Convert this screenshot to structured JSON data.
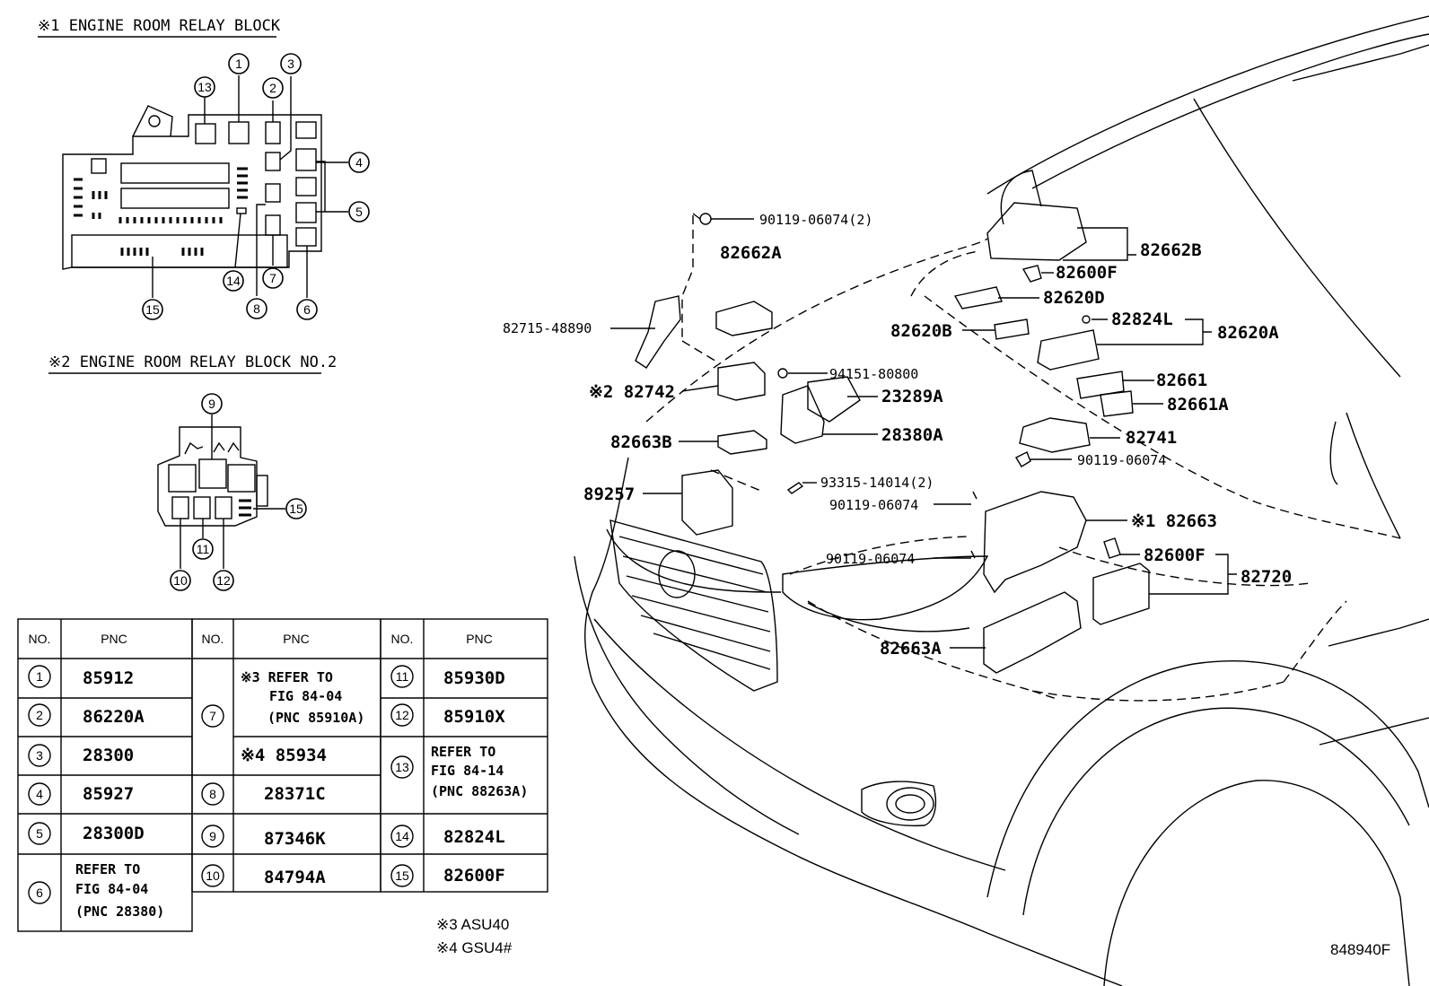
{
  "titles": {
    "block1": "※1 ENGINE ROOM RELAY BLOCK",
    "block2": "※2 ENGINE ROOM RELAY BLOCK NO.2"
  },
  "table": {
    "headers": {
      "no": "NO.",
      "pnc": "PNC"
    },
    "col1": [
      {
        "no": "1",
        "pnc": "85912"
      },
      {
        "no": "2",
        "pnc": "86220A"
      },
      {
        "no": "3",
        "pnc": "28300"
      },
      {
        "no": "4",
        "pnc": "85927"
      },
      {
        "no": "5",
        "pnc": "28300D"
      },
      {
        "no": "6",
        "pnc_lines": [
          "REFER TO",
          "FIG 84-04",
          "(PNC 28380)"
        ]
      }
    ],
    "col2": [
      {
        "no": "7",
        "a_lines": [
          "※3 REFER TO",
          "FIG 84-04",
          "(PNC 85910A)"
        ],
        "b": "※4 85934"
      },
      {
        "no": "8",
        "pnc": "28371C"
      },
      {
        "no": "9",
        "pnc": "87346K"
      },
      {
        "no": "10",
        "pnc": "84794A"
      }
    ],
    "col3": [
      {
        "no": "11",
        "pnc": "85930D"
      },
      {
        "no": "12",
        "pnc": "85910X"
      },
      {
        "no": "13",
        "pnc_lines": [
          "REFER TO",
          "FIG 84-14",
          "(PNC 88263A)"
        ]
      },
      {
        "no": "14",
        "pnc": "82824L"
      },
      {
        "no": "15",
        "pnc": "82600F"
      }
    ]
  },
  "notes": [
    "※3 ASU40",
    "※4 GSU4#"
  ],
  "figure_id": "848940F",
  "relay_callouts": [
    "1",
    "2",
    "3",
    "4",
    "5",
    "6",
    "7",
    "8",
    "13",
    "14",
    "15"
  ],
  "relay2_callouts": [
    "9",
    "10",
    "11",
    "12",
    "15"
  ],
  "labels": {
    "p90119_top": "90119-06074(2)",
    "p82662A": "82662A",
    "p82715": "82715-48890",
    "p82742": "※2 82742",
    "p94151": "94151-80800",
    "p23289A": "23289A",
    "p28380A": "28380A",
    "p82663B": "82663B",
    "p89257": "89257",
    "p93315": "93315-14014(2)",
    "p90119_mid": "90119-06074",
    "p90119_low": "90119-06074",
    "p82662B": "82662B",
    "p82600F_top": "82600F",
    "p82620D": "82620D",
    "p82824L": "82824L",
    "p82620B": "82620B",
    "p82620A": "82620A",
    "p82661": "82661",
    "p82661A": "82661A",
    "p82741": "82741",
    "p90119_right": "90119-06074",
    "p82663": "※1 82663",
    "p82600F_low": "82600F",
    "p82720": "82720",
    "p82663A": "82663A"
  }
}
